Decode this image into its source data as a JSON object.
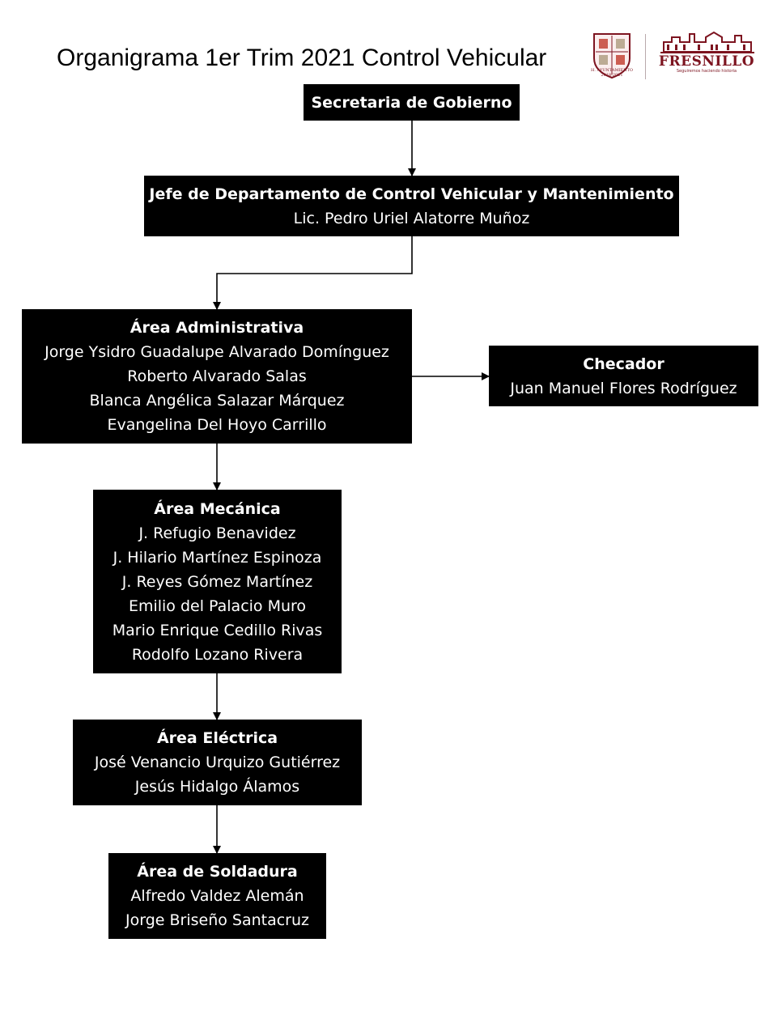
{
  "header": {
    "title": "Organigrama 1er Trim 2021 Control Vehicular",
    "seal_caption": "H. AYUNTAMIENTO 2018-2021",
    "brand_name": "FRESNILLO",
    "brand_slogan": "Seguiremos haciendo historia"
  },
  "colors": {
    "box_fill": "#000000",
    "box_text": "#ffffff",
    "brand": "#7d1420"
  },
  "nodes": {
    "secretaria": {
      "title": "Secretaria de Gobierno"
    },
    "jefe": {
      "title": "Jefe de Departamento de Control Vehicular y Mantenimiento",
      "members": [
        "Lic. Pedro Uriel Alatorre Muñoz"
      ]
    },
    "administrativa": {
      "title": "Área Administrativa",
      "members": [
        "Jorge Ysidro Guadalupe Alvarado Domínguez",
        "Roberto Alvarado Salas",
        "Blanca Angélica Salazar Márquez",
        "Evangelina Del Hoyo Carrillo"
      ]
    },
    "checador": {
      "title": "Checador",
      "members": [
        "Juan Manuel Flores Rodríguez"
      ]
    },
    "mecanica": {
      "title": "Área Mecánica",
      "members": [
        "J. Refugio Benavidez",
        "J. Hilario Martínez Espinoza",
        "J. Reyes Gómez Martínez",
        "Emilio del Palacio Muro",
        "Mario Enrique Cedillo Rivas",
        "Rodolfo Lozano Rivera"
      ]
    },
    "electrica": {
      "title": "Área Eléctrica",
      "members": [
        "José Venancio Urquizo Gutiérrez",
        "Jesús Hidalgo Álamos"
      ]
    },
    "soldadura": {
      "title": "Área de Soldadura",
      "members": [
        "Alfredo Valdez Alemán",
        "Jorge Briseño Santacruz"
      ]
    }
  },
  "edges": [
    {
      "from": "secretaria",
      "to": "jefe"
    },
    {
      "from": "jefe",
      "to": "administrativa"
    },
    {
      "from": "administrativa",
      "to": "checador"
    },
    {
      "from": "administrativa",
      "to": "mecanica"
    },
    {
      "from": "mecanica",
      "to": "electrica"
    },
    {
      "from": "electrica",
      "to": "soldadura"
    }
  ]
}
